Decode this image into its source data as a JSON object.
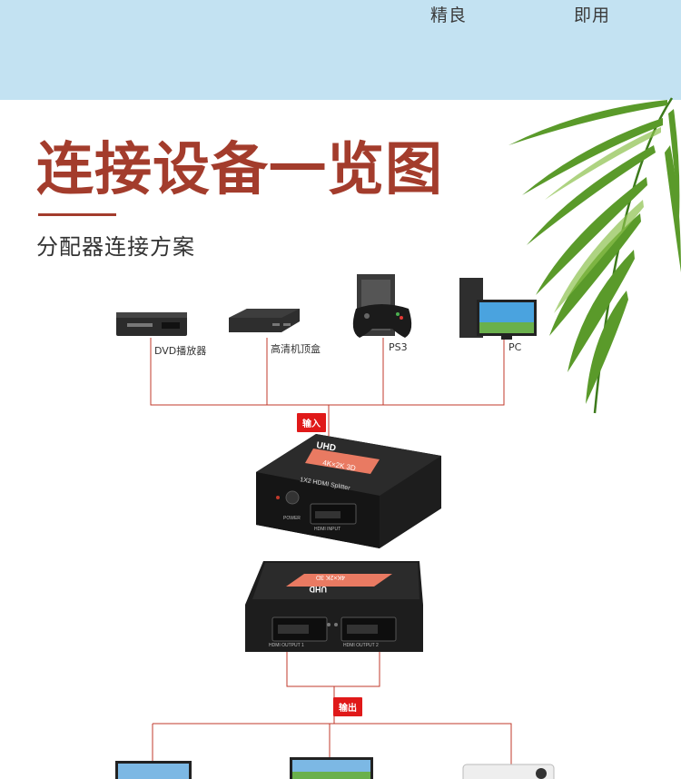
{
  "header": {
    "word_left": "精良",
    "word_right": "即用"
  },
  "title": "连接设备一览图",
  "subtitle": "分配器连接方案",
  "devices": [
    {
      "label": "DVD播放器",
      "icon": "dvd-player-icon"
    },
    {
      "label": "高清机顶盒",
      "icon": "tv-box-icon"
    },
    {
      "label": "PS3",
      "icon": "game-console-icon"
    },
    {
      "label": "PC",
      "icon": "desktop-pc-icon"
    }
  ],
  "input_tag": "输入",
  "output_tag": "输出",
  "splitter": {
    "brand": "UHD",
    "resolution": "4K×2K 3D",
    "model": "1X2 HDMI Splitter",
    "power_label": "POWER",
    "input_label": "HDMI INPUT",
    "output1_label": "HDMI OUTPUT 1",
    "output2_label": "HDMI OUTPUT 2"
  },
  "colors": {
    "title": "#a33c2c",
    "line": "#c0392b",
    "tag": "#e01919",
    "band": "#c3e2f2"
  }
}
